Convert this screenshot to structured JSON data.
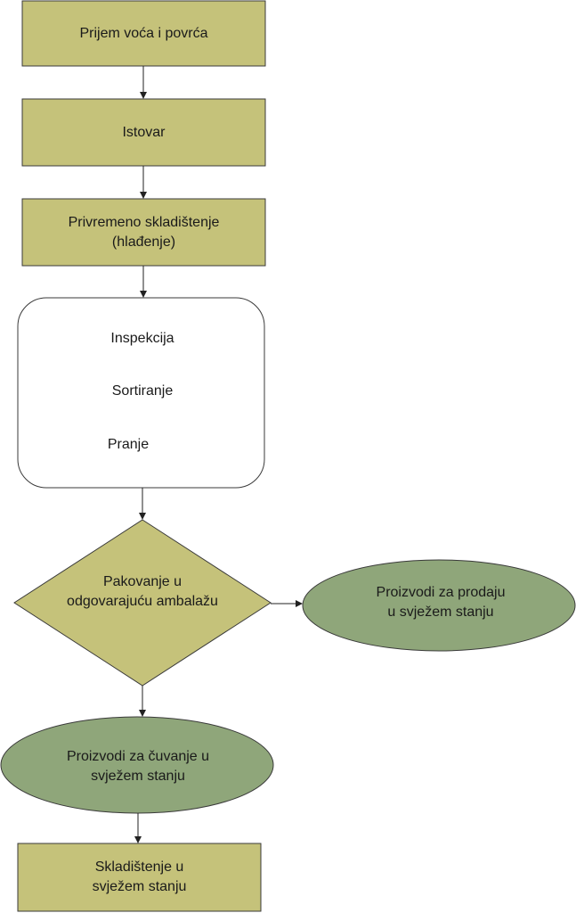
{
  "colors": {
    "box_fill": "#c5c27a",
    "ellipse_fill": "#8fa67a",
    "stroke": "#3a3a3a",
    "white": "#ffffff"
  },
  "steps": {
    "receipt": "Prijem voća i povrća",
    "unloading": "Istovar",
    "temp_storage_line1": "Privremeno skladištenje",
    "temp_storage_line2": "(hlađenje)",
    "processing": [
      "Inspekcija",
      "Sortiranje",
      "Pranje"
    ],
    "packaging_line1": "Pakovanje u",
    "packaging_line2": "odgovarajuću ambalažu",
    "fresh_sale_line1": "Proizvodi za prodaju",
    "fresh_sale_line2": "u svježem stanju",
    "fresh_keep_line1": "Proizvodi za čuvanje u",
    "fresh_keep_line2": "svježem stanju",
    "final_storage_line1": "Skladištenje u",
    "final_storage_line2": "svježem stanju"
  }
}
